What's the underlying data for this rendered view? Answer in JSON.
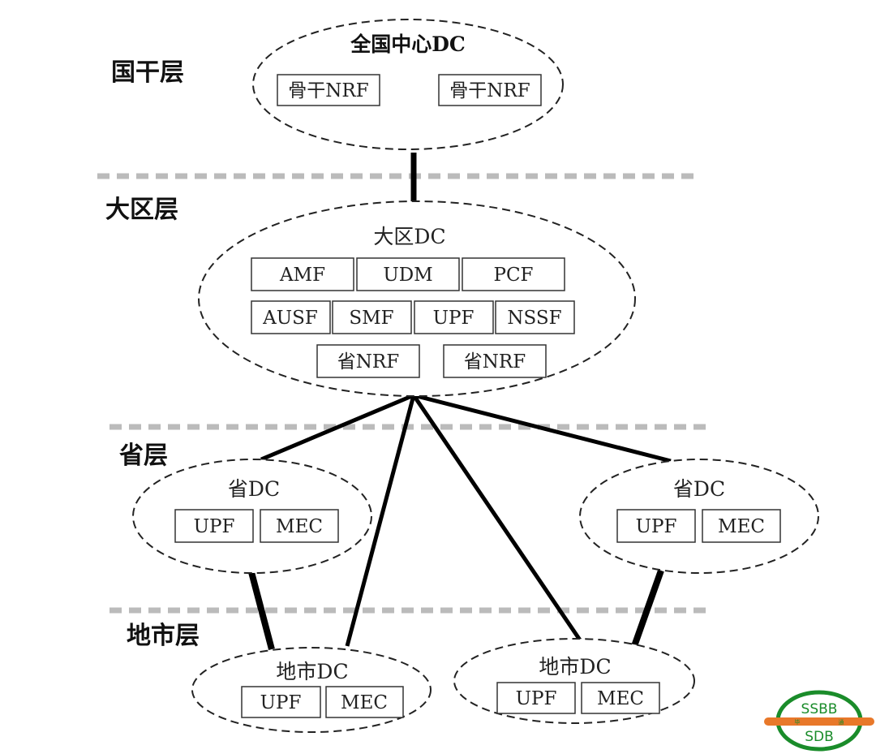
{
  "layers": {
    "national": "国干层",
    "region": "大区层",
    "province": "省层",
    "city": "地市层"
  },
  "national_dc": {
    "title": "全国中心DC",
    "boxes": [
      "骨干NRF",
      "骨干NRF"
    ]
  },
  "region_dc": {
    "title": "大区DC",
    "row1": [
      "AMF",
      "UDM",
      "PCF"
    ],
    "row2": [
      "AUSF",
      "SMF",
      "UPF",
      "NSSF"
    ],
    "row3": [
      "省NRF",
      "省NRF"
    ]
  },
  "province_dc_left": {
    "title": "省DC",
    "boxes": [
      "UPF",
      "MEC"
    ]
  },
  "province_dc_right": {
    "title": "省DC",
    "boxes": [
      "UPF",
      "MEC"
    ]
  },
  "city_dc_left": {
    "title": "地市DC",
    "boxes": [
      "UPF",
      "MEC"
    ]
  },
  "city_dc_right": {
    "title": "地市DC",
    "boxes": [
      "UPF",
      "MEC"
    ]
  },
  "logo": {
    "top": "SSBB",
    "bottom": "SDB",
    "mid_left": "毕",
    "mid_right": "通"
  },
  "colors": {
    "logo_green": "#1a8c2a",
    "logo_orange": "#e8782a",
    "separator": "#bbbbbb"
  }
}
